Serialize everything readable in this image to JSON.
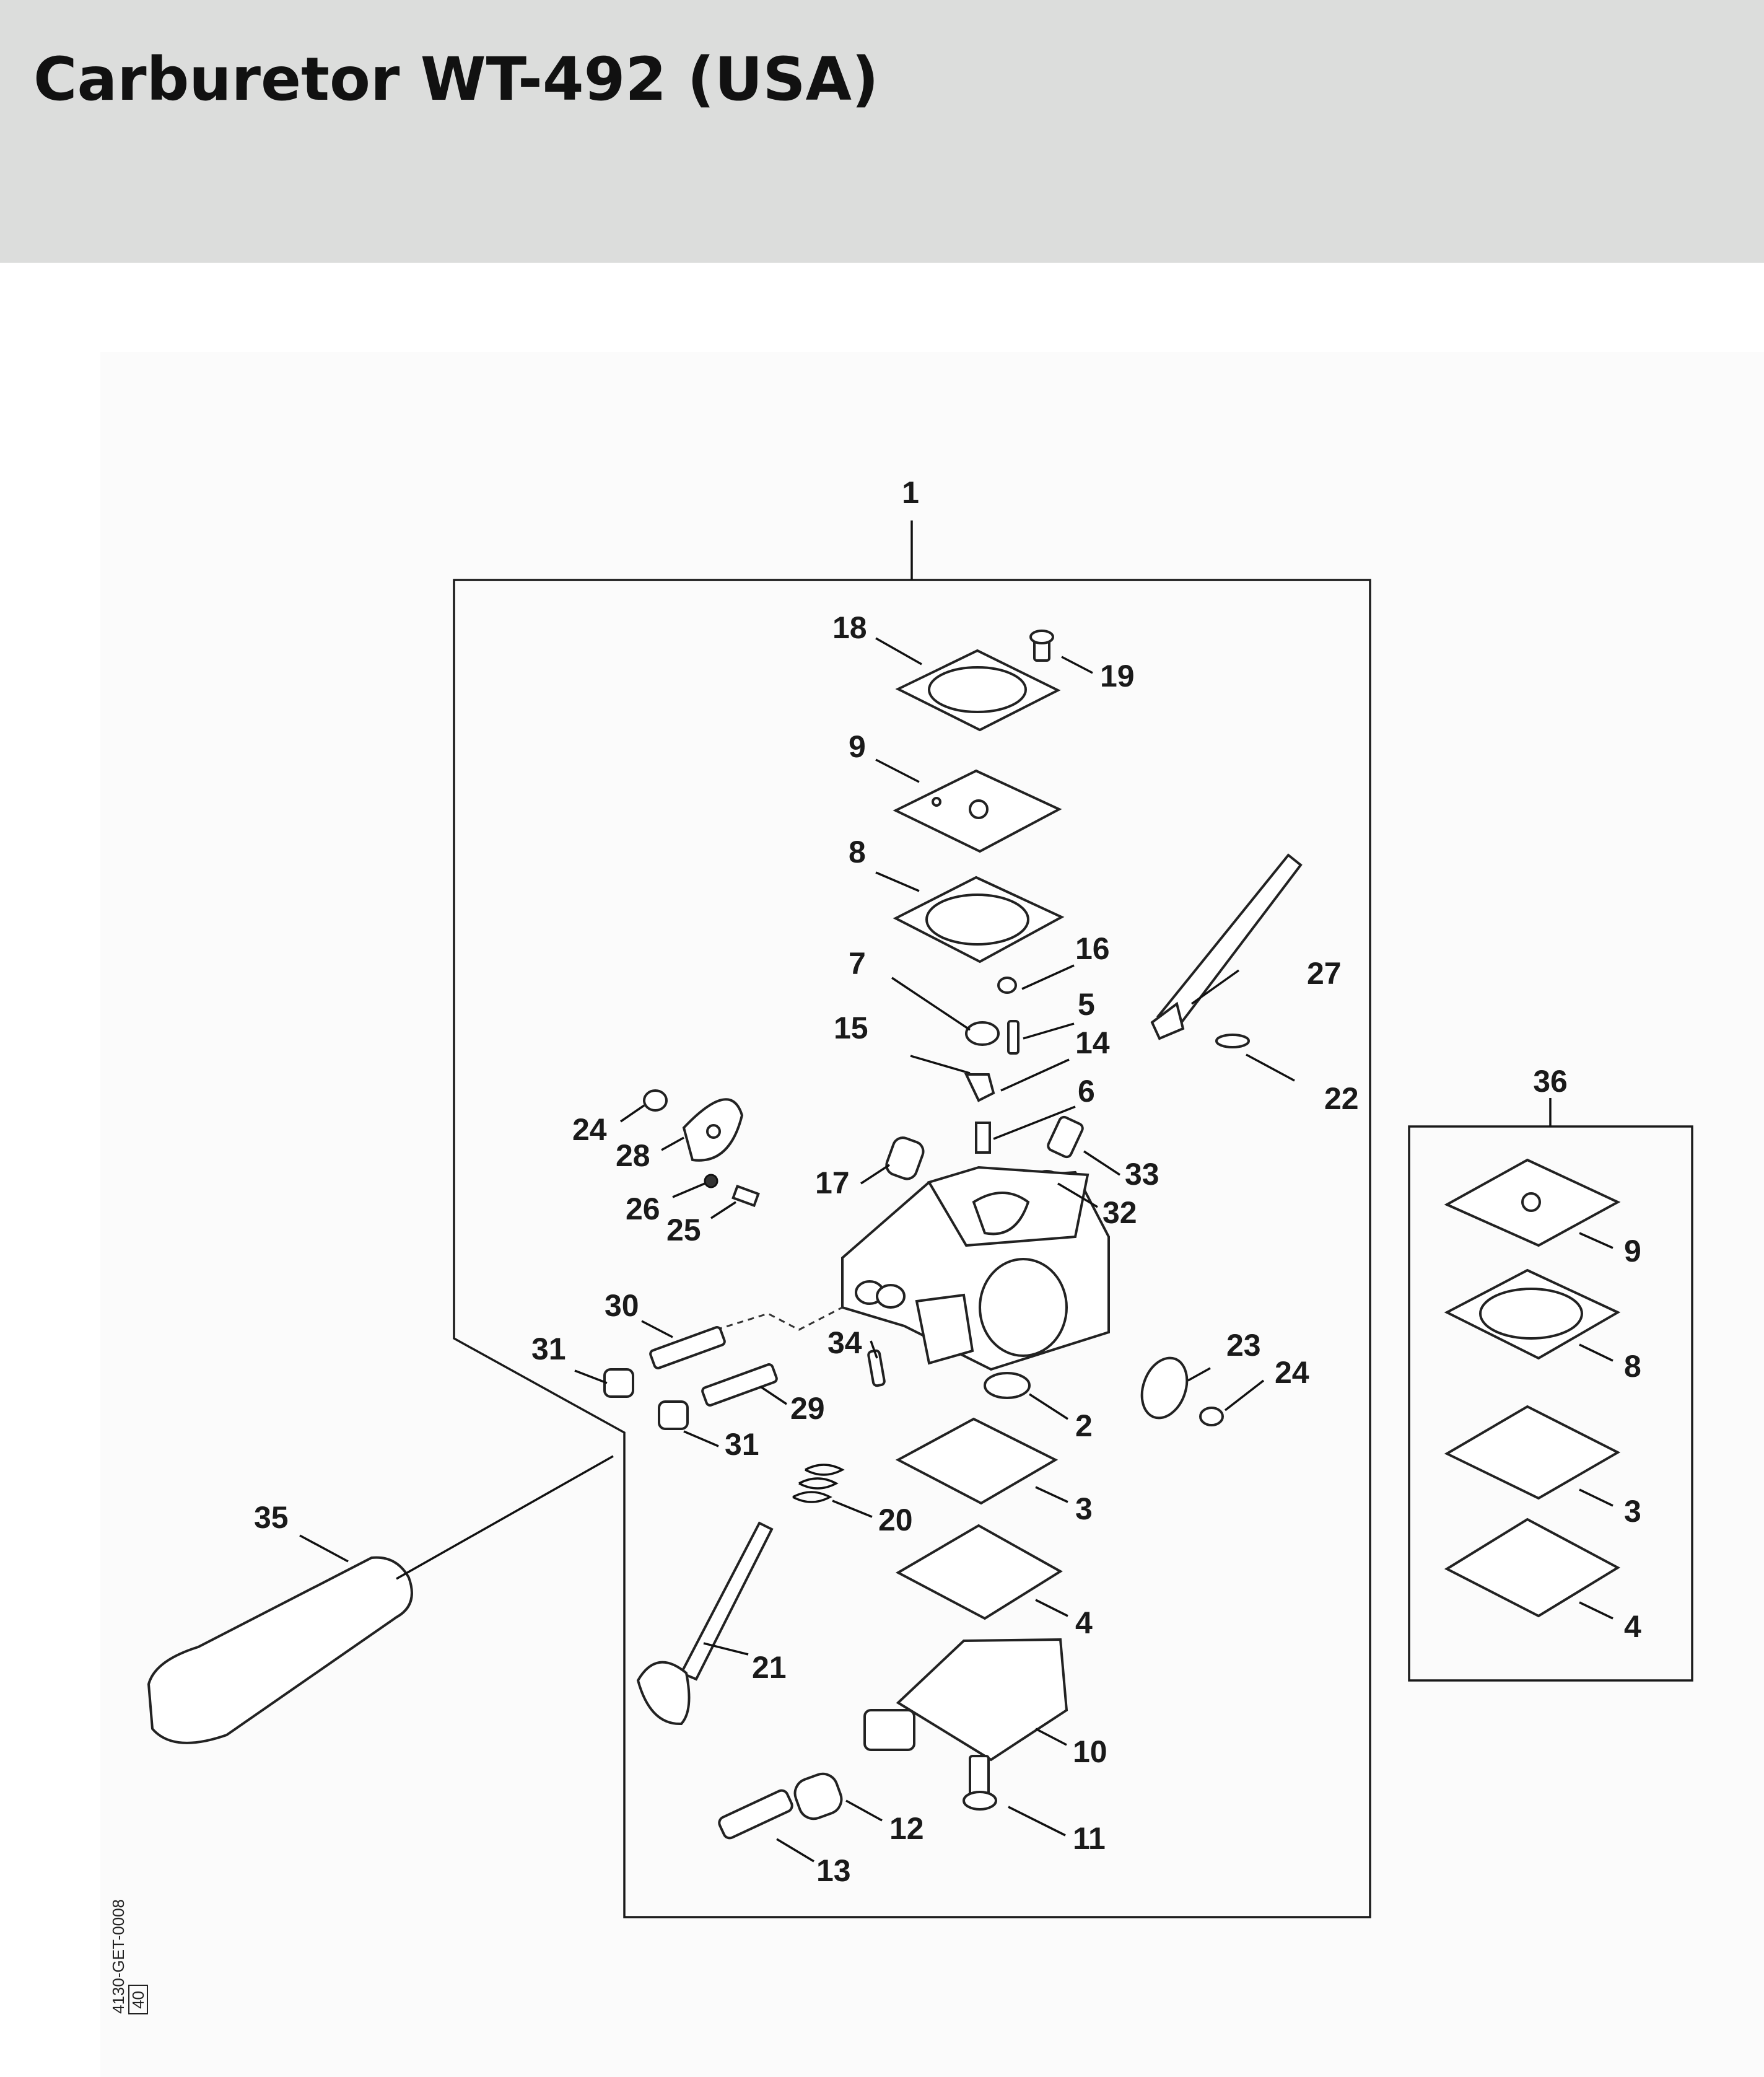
{
  "header": {
    "title": "Carburetor WT-492 (USA)"
  },
  "diagram": {
    "assembly_label": "1",
    "kit_label": "36",
    "callouts": [
      "18",
      "19",
      "9",
      "8",
      "16",
      "7",
      "5",
      "15",
      "14",
      "6",
      "27",
      "22",
      "24",
      "28",
      "26",
      "25",
      "17",
      "33",
      "32",
      "30",
      "34",
      "23",
      "24",
      "31",
      "29",
      "2",
      "31",
      "3",
      "20",
      "35",
      "4",
      "21",
      "10",
      "12",
      "11",
      "13"
    ],
    "kit_callouts": [
      "9",
      "8",
      "3",
      "4"
    ],
    "document_code": "4130-GET-0008",
    "document_box": "40"
  }
}
